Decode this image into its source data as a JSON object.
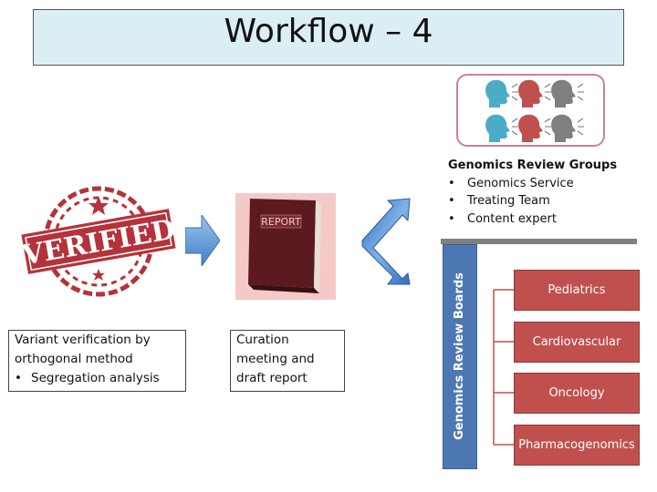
{
  "title": "Workflow – 4",
  "stamp": {
    "text": "VERIFIED"
  },
  "report": {
    "cover_text": "REPORT"
  },
  "step1": {
    "line1": "Variant verification by",
    "line2": "orthogonal method",
    "bullets": [
      "Segregation analysis"
    ]
  },
  "step2": {
    "line1": "Curation",
    "line2": "meeting and",
    "line3": "draft report"
  },
  "review_groups": {
    "title": "Genomics Review Groups",
    "items": [
      "Genomics Service",
      "Treating Team",
      "Content expert"
    ]
  },
  "boards": {
    "label": "Genomics Review Boards",
    "items": [
      "Pediatrics",
      "Cardiovascular",
      "Oncology",
      "Pharmacogenomics"
    ]
  },
  "colors": {
    "banner": "#dbeef4",
    "arrow_blue": "#5b9bd5",
    "board_red": "#c0504d",
    "bar_blue": "#4d77b3",
    "head_teal": "#4bacc6",
    "head_red": "#c0504d",
    "head_grey": "#7f7f7f"
  },
  "icons": [
    "stamp-icon",
    "right-arrow-icon",
    "report-book-icon",
    "double-arrow-icon",
    "speaking-head-icon"
  ]
}
